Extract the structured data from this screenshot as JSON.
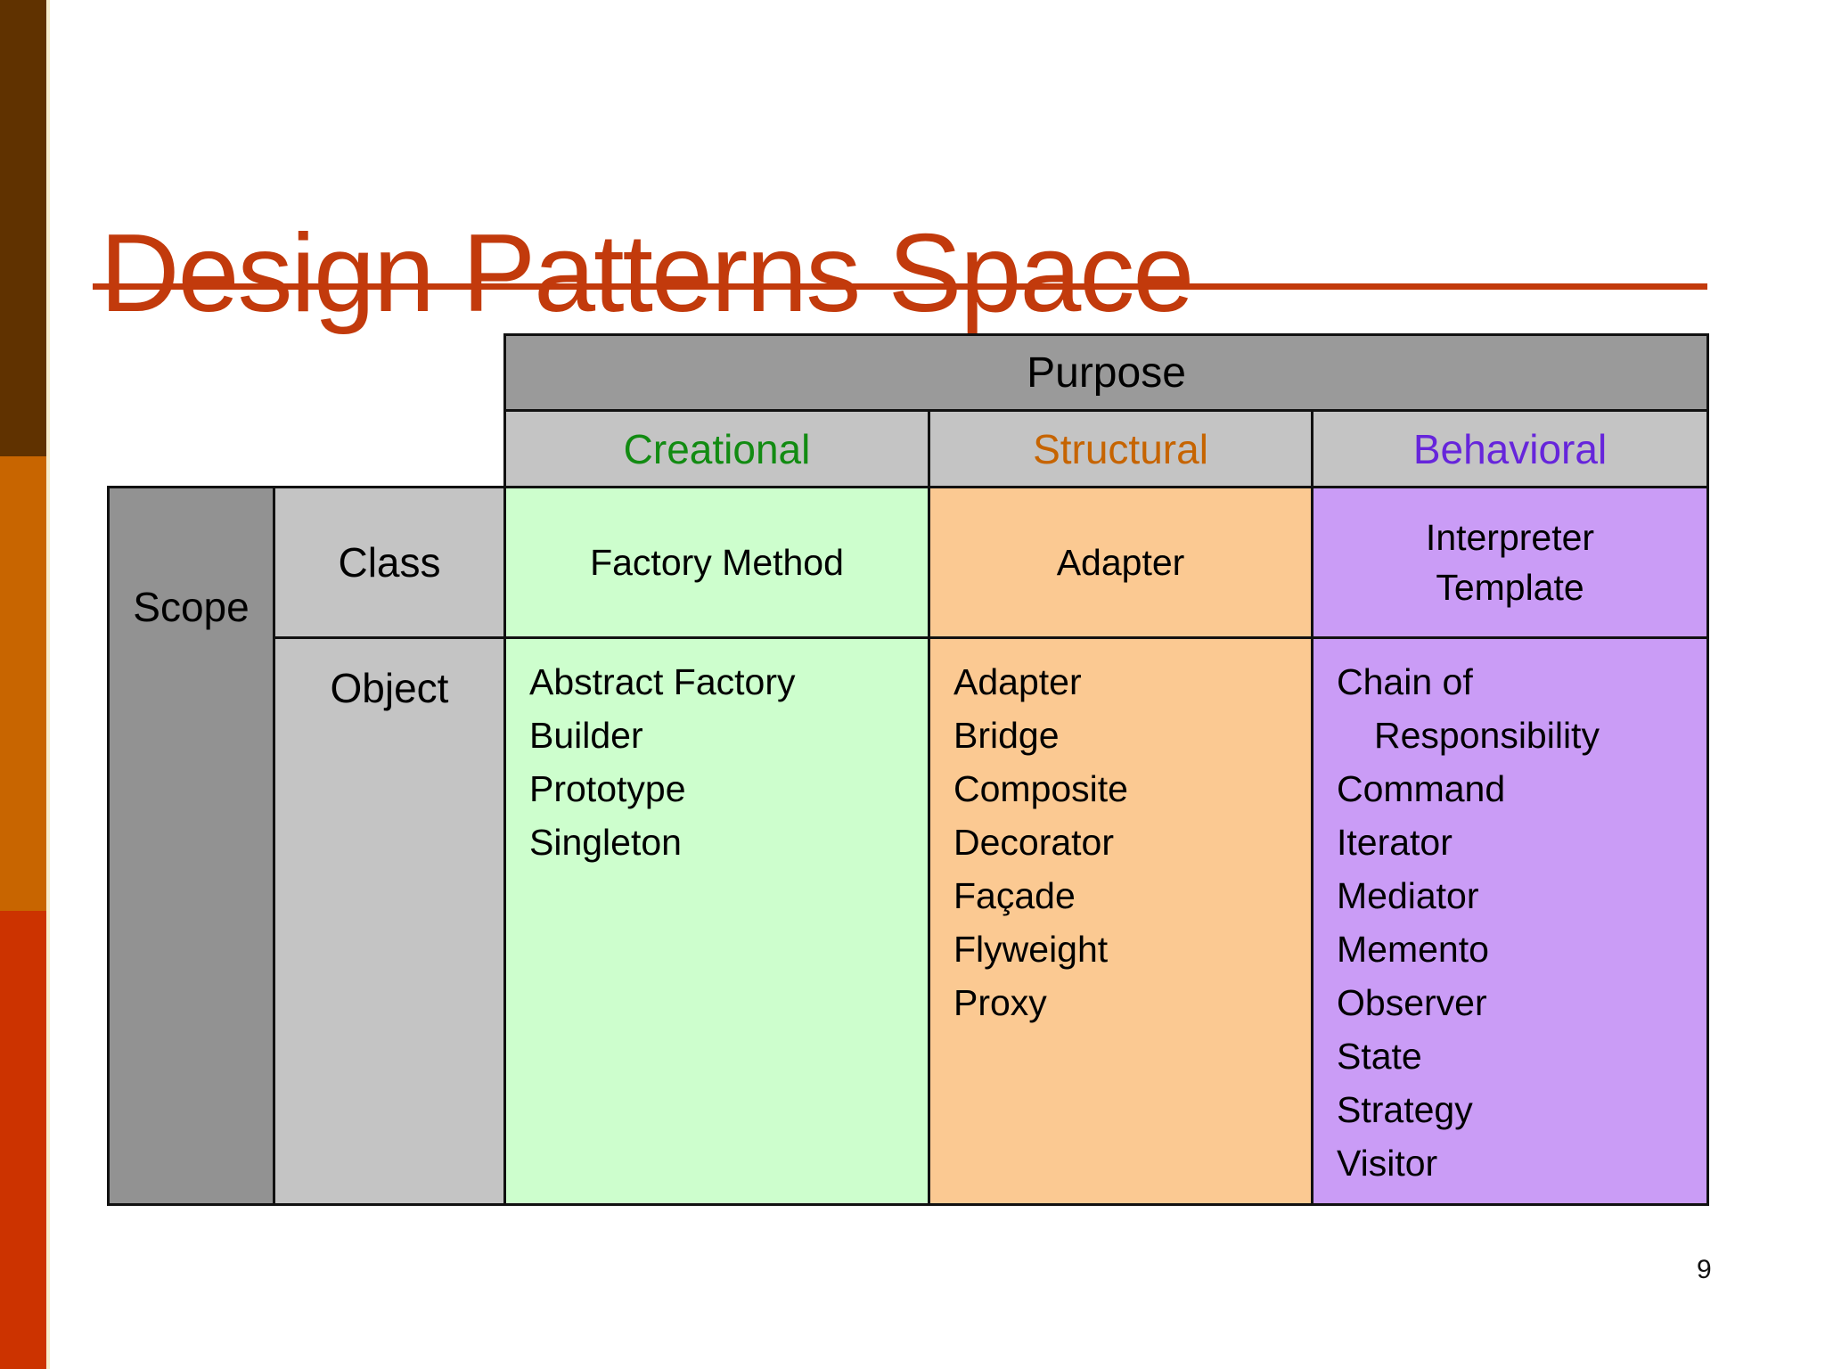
{
  "slide": {
    "title": "Design Patterns Space",
    "page_number": "9"
  },
  "colors": {
    "title_red": "#C23A0C",
    "bar_brown": "#603200",
    "bar_orange": "#C86500",
    "bar_red": "#CC3300",
    "purpose_header_bg": "#9A9A9A",
    "subheader_bg": "#C4C4C4",
    "scope_bg": "#929292",
    "creational_bg": "#CDFECD",
    "structural_bg": "#FBC992",
    "behavioral_bg": "#CA9CF6",
    "creational_text": "#128B12",
    "structural_text": "#C66400",
    "behavioral_text": "#6625DB"
  },
  "table": {
    "purpose_header": "Purpose",
    "scope_header": "Scope",
    "columns": {
      "creational": "Creational",
      "structural": "Structural",
      "behavioral": "Behavioral"
    },
    "rows": {
      "class": "Class",
      "object": "Object"
    },
    "class_row": {
      "creational": "Factory Method",
      "structural": "Adapter",
      "behavioral": [
        "Interpreter",
        "Template"
      ]
    },
    "object_row": {
      "creational": [
        "Abstract Factory",
        "Builder",
        "Prototype",
        "Singleton"
      ],
      "structural": [
        "Adapter",
        "Bridge",
        "Composite",
        "Decorator",
        "Façade",
        "Flyweight",
        "Proxy"
      ],
      "behavioral": [
        "Chain of",
        "Responsibility",
        "Command",
        "Iterator",
        "Mediator",
        "Memento",
        "Observer",
        "State",
        "Strategy",
        "Visitor"
      ]
    }
  }
}
